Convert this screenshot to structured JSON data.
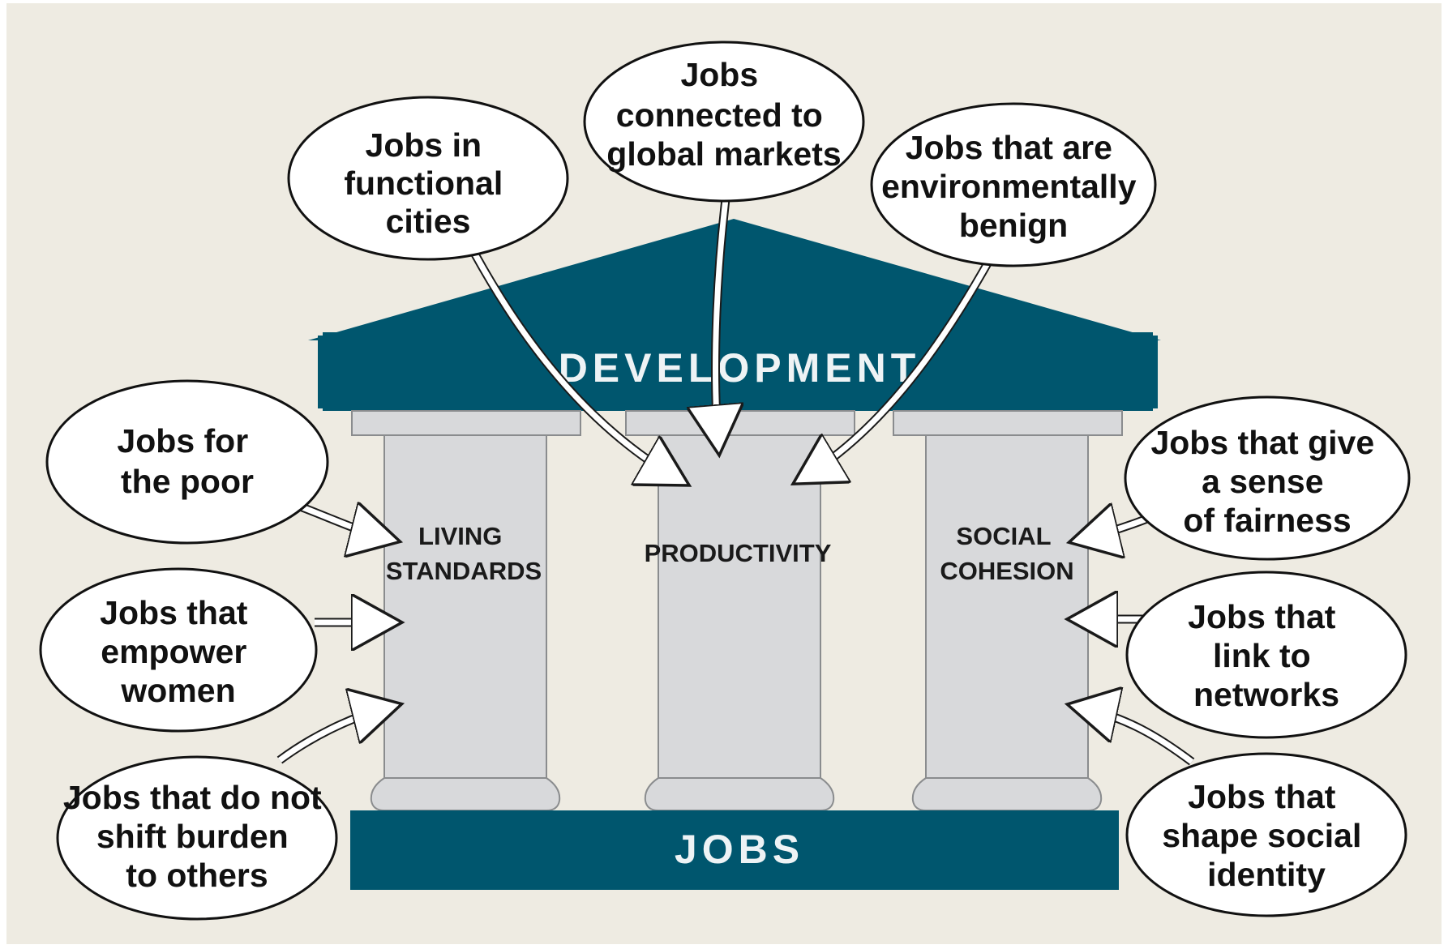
{
  "colors": {
    "background": "#eeebe2",
    "frame": "#ffffff",
    "teal": "#00566e",
    "pillar": "#d8d9db",
    "pillar_edge": "#8a8c8e",
    "banner_text": "#eef3f5"
  },
  "roof": {
    "label": "DEVELOPMENT"
  },
  "base": {
    "label": "JOBS"
  },
  "pillars": [
    {
      "lines": [
        "LIVING",
        "STANDARDS"
      ]
    },
    {
      "lines": [
        "PRODUCTIVITY"
      ]
    },
    {
      "lines": [
        "SOCIAL",
        "COHESION"
      ]
    }
  ],
  "bubbles": {
    "cities": [
      "Jobs in",
      "functional",
      "cities"
    ],
    "markets": [
      "Jobs",
      "connected to",
      "global markets"
    ],
    "environment": [
      "Jobs that are",
      "environmentally",
      "benign"
    ],
    "poor": [
      "Jobs for",
      "the poor"
    ],
    "women": [
      "Jobs that",
      "empower",
      "women"
    ],
    "burden": [
      "Jobs that do not",
      "shift burden",
      "to others"
    ],
    "fairness": [
      "Jobs that give",
      "a sense",
      "of fairness"
    ],
    "networks": [
      "Jobs that",
      "link to",
      "networks"
    ],
    "identity": [
      "Jobs that",
      "shape social",
      "identity"
    ]
  }
}
